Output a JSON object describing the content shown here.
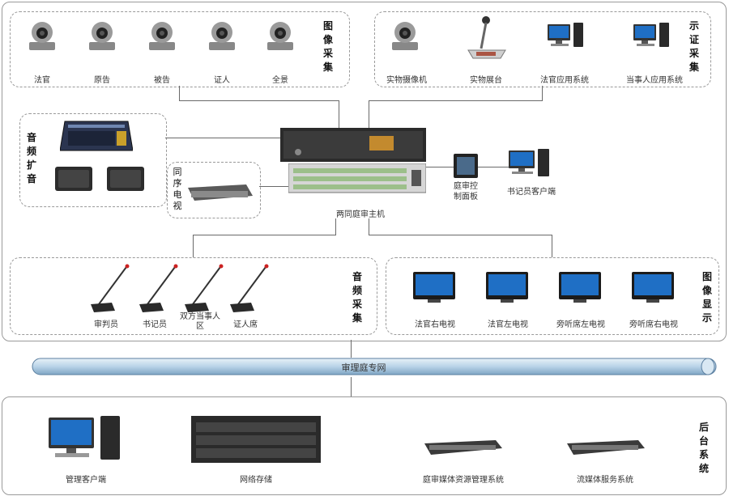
{
  "image_capture": {
    "title": "图像采集",
    "cameras": [
      "法官",
      "原告",
      "被告",
      "证人",
      "全景"
    ]
  },
  "evidence": {
    "title": "示证采集",
    "items": [
      "实物摄像机",
      "实物展台",
      "法官应用系统",
      "当事人应用系统"
    ]
  },
  "audio_amp": {
    "title": "音频扩音"
  },
  "print_tv": {
    "title": "同序电视"
  },
  "host": {
    "label": "两同庭审主机"
  },
  "control_panel": {
    "label": "庭审控制面板"
  },
  "clerk_client": {
    "label": "书记员客户端"
  },
  "audio_capture": {
    "title": "音频采集",
    "mics": [
      "审判员",
      "书记员",
      "双方当事人区",
      "证人席"
    ]
  },
  "image_display": {
    "title": "图像显示",
    "tvs": [
      "法官右电视",
      "法官左电视",
      "旁听席左电视",
      "旁听席右电视"
    ]
  },
  "network": {
    "label": "审理庭专网"
  },
  "backend": {
    "title": "后台系统",
    "items": [
      "管理客户端",
      "网络存储",
      "庭审媒体资源管理系统",
      "流媒体服务系统"
    ]
  },
  "colors": {
    "pipe": "#b9d3e8",
    "device": "#3a3a3a",
    "screen": "#1f6fc5"
  }
}
